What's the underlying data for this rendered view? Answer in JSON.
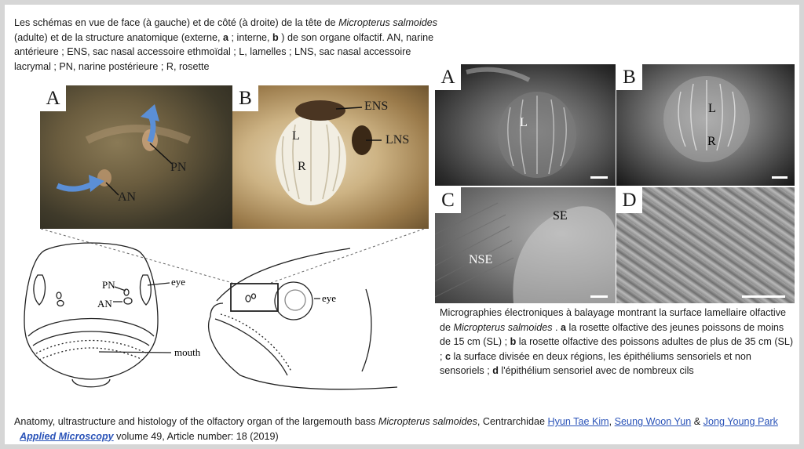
{
  "intro": {
    "s1": "Les schémas en vue de face (à gauche) et de côté (à droite) de la tête de ",
    "species": "Micropterus salmoides",
    "s2": " (adulte) et de la structure anatomique (externe, ",
    "a": "a",
    "s3": " ; interne, ",
    "b": "b",
    "s4": " ) de son organe olfactif. AN, narine antérieure ; ENS, sac nasal accessoire ethmoïdal ; L, lamelles ; LNS, sac nasal accessoire lacrymal ; PN, narine postérieure ; R, rosette"
  },
  "photo_a": {
    "label": "A",
    "pn": "PN",
    "an": "AN"
  },
  "photo_b": {
    "label": "B",
    "ens": "ENS",
    "lns": "LNS",
    "l": "L",
    "r": "R"
  },
  "drawing": {
    "pn": "PN",
    "an": "AN",
    "eye_front": "eye",
    "mouth": "mouth",
    "eye_side": "eye"
  },
  "sem": {
    "a": {
      "label": "A",
      "l": "L"
    },
    "b": {
      "label": "B",
      "l": "L",
      "r": "R"
    },
    "c": {
      "label": "C",
      "se": "SE",
      "nse": "NSE"
    },
    "d": {
      "label": "D"
    }
  },
  "right_caption": {
    "s1": "Micrographies électroniques à balayage montrant la surface lamellaire olfactive de ",
    "species": "Micropterus salmoides",
    "s2": " . ",
    "a": "a",
    "s3": " la rosette olfactive des jeunes poissons de moins de 15 cm (SL) ; ",
    "b": "b",
    "s4": " la rosette olfactive des poissons adultes de plus de 35 cm (SL) ; ",
    "c": "c",
    "s5": " la surface divisée en deux régions, les épithéliums sensoriels et non sensoriels ; ",
    "d": "d",
    "s6": " l'épithélium sensoriel avec de nombreux cils"
  },
  "bottom_caption": {
    "s1": "Anatomy, ultrastructure and histology of the olfactory organ of the largemouth bass ",
    "species": "Micropterus salmoides",
    "s2": ", Centrarchidae ",
    "author1": "Hyun Tae Kim",
    "sep1": ", ",
    "author2": "Seung Woon Yun",
    "sep2": " & ",
    "author3": "Jong Young Park",
    "sep3": "  ",
    "journal": "Applied Microscopy",
    "s3": " volume 49, Article number: 18 (2019)"
  }
}
